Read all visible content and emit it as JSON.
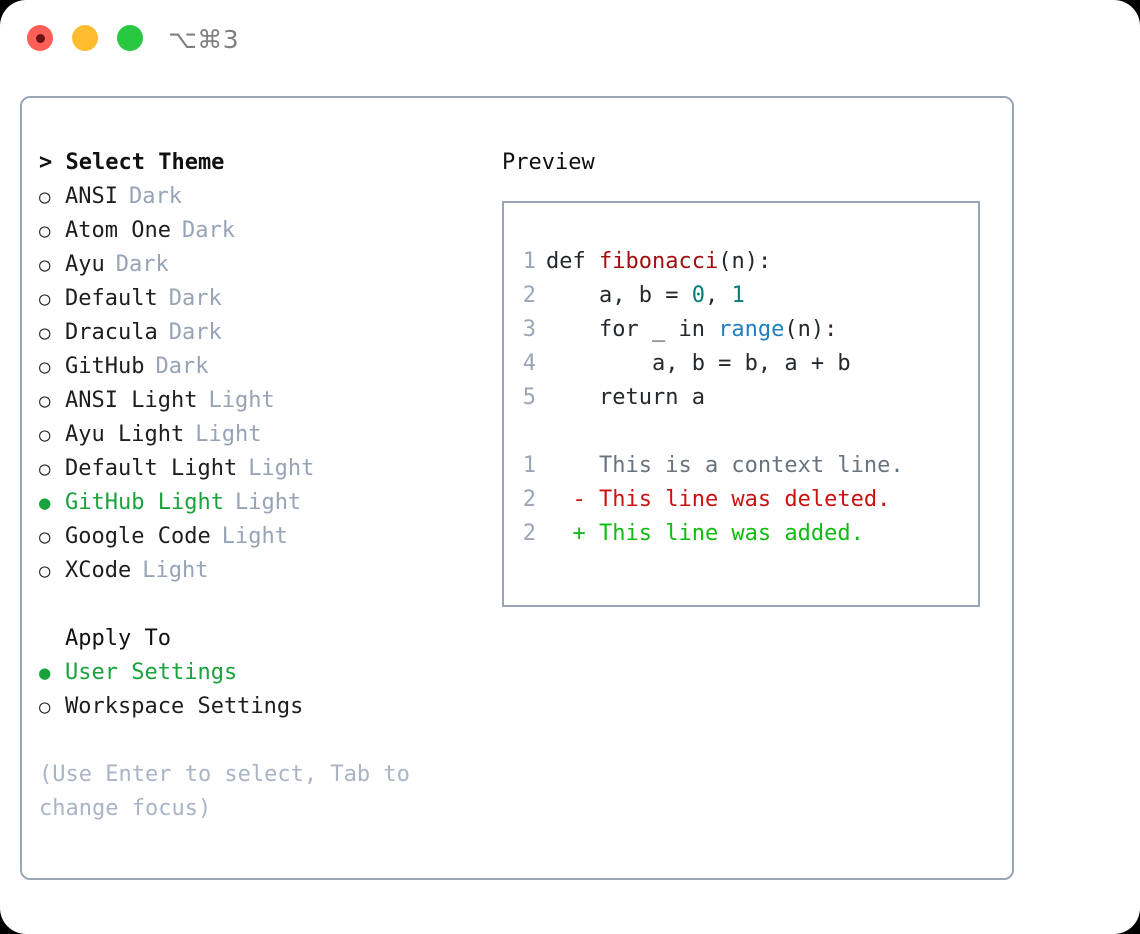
{
  "titlebar": {
    "shortcut": "⌥⌘3",
    "buttons": [
      {
        "name": "close",
        "color": "#ff5f57"
      },
      {
        "name": "minimize",
        "color": "#febc2e"
      },
      {
        "name": "maximize",
        "color": "#28c840"
      }
    ]
  },
  "theme_panel": {
    "title": "> Select Theme",
    "marker_selected": "●",
    "marker_unselected": "○",
    "items": [
      {
        "label": "ANSI",
        "tag": "Dark",
        "selected": false
      },
      {
        "label": "Atom One",
        "tag": "Dark",
        "selected": false
      },
      {
        "label": "Ayu",
        "tag": "Dark",
        "selected": false
      },
      {
        "label": "Default",
        "tag": "Dark",
        "selected": false
      },
      {
        "label": "Dracula",
        "tag": "Dark",
        "selected": false
      },
      {
        "label": "GitHub",
        "tag": "Dark",
        "selected": false
      },
      {
        "label": "ANSI Light",
        "tag": "Light",
        "selected": false
      },
      {
        "label": "Ayu Light",
        "tag": "Light",
        "selected": false
      },
      {
        "label": "Default Light",
        "tag": "Light",
        "selected": false
      },
      {
        "label": "GitHub Light",
        "tag": "Light",
        "selected": true
      },
      {
        "label": "Google Code",
        "tag": "Light",
        "selected": false
      },
      {
        "label": "XCode",
        "tag": "Light",
        "selected": false
      }
    ]
  },
  "apply_to": {
    "title": "Apply To",
    "items": [
      {
        "label": "User Settings",
        "selected": true
      },
      {
        "label": "Workspace Settings",
        "selected": false
      }
    ]
  },
  "hint": "(Use Enter to select, Tab to change focus)",
  "preview": {
    "title": "Preview",
    "code": [
      {
        "num": "1",
        "parts": [
          {
            "text": "def ",
            "kind": "plain"
          },
          {
            "text": "fibonacci",
            "kind": "fn"
          },
          {
            "text": "(n):",
            "kind": "plain"
          }
        ]
      },
      {
        "num": "2",
        "parts": [
          {
            "text": "    a, b = ",
            "kind": "plain"
          },
          {
            "text": "0",
            "kind": "num"
          },
          {
            "text": ", ",
            "kind": "plain"
          },
          {
            "text": "1",
            "kind": "num"
          }
        ]
      },
      {
        "num": "3",
        "parts": [
          {
            "text": "    for _ in ",
            "kind": "plain"
          },
          {
            "text": "range",
            "kind": "call"
          },
          {
            "text": "(n):",
            "kind": "plain"
          }
        ]
      },
      {
        "num": "4",
        "parts": [
          {
            "text": "        a, b = b, a + b",
            "kind": "plain"
          }
        ]
      },
      {
        "num": "5",
        "parts": [
          {
            "text": "    return a",
            "kind": "plain"
          }
        ]
      }
    ],
    "diff": [
      {
        "num": "1",
        "marker": " ",
        "text": "This is a context line.",
        "kind": "ctx"
      },
      {
        "num": "2",
        "marker": "-",
        "text": "This line was deleted.",
        "kind": "del"
      },
      {
        "num": "2",
        "marker": "+",
        "text": "This line was added.",
        "kind": "add"
      }
    ]
  },
  "colors": {
    "accent_green": "#1aa33d",
    "border": "#9aa6b8",
    "muted": "#97a3b6",
    "hint": "#aab4c4",
    "diff_add": "#12bb12",
    "diff_del": "#cc1111",
    "syntax_fn": "#a11010",
    "syntax_num": "#0a7b78",
    "syntax_call": "#1f7fbf"
  }
}
